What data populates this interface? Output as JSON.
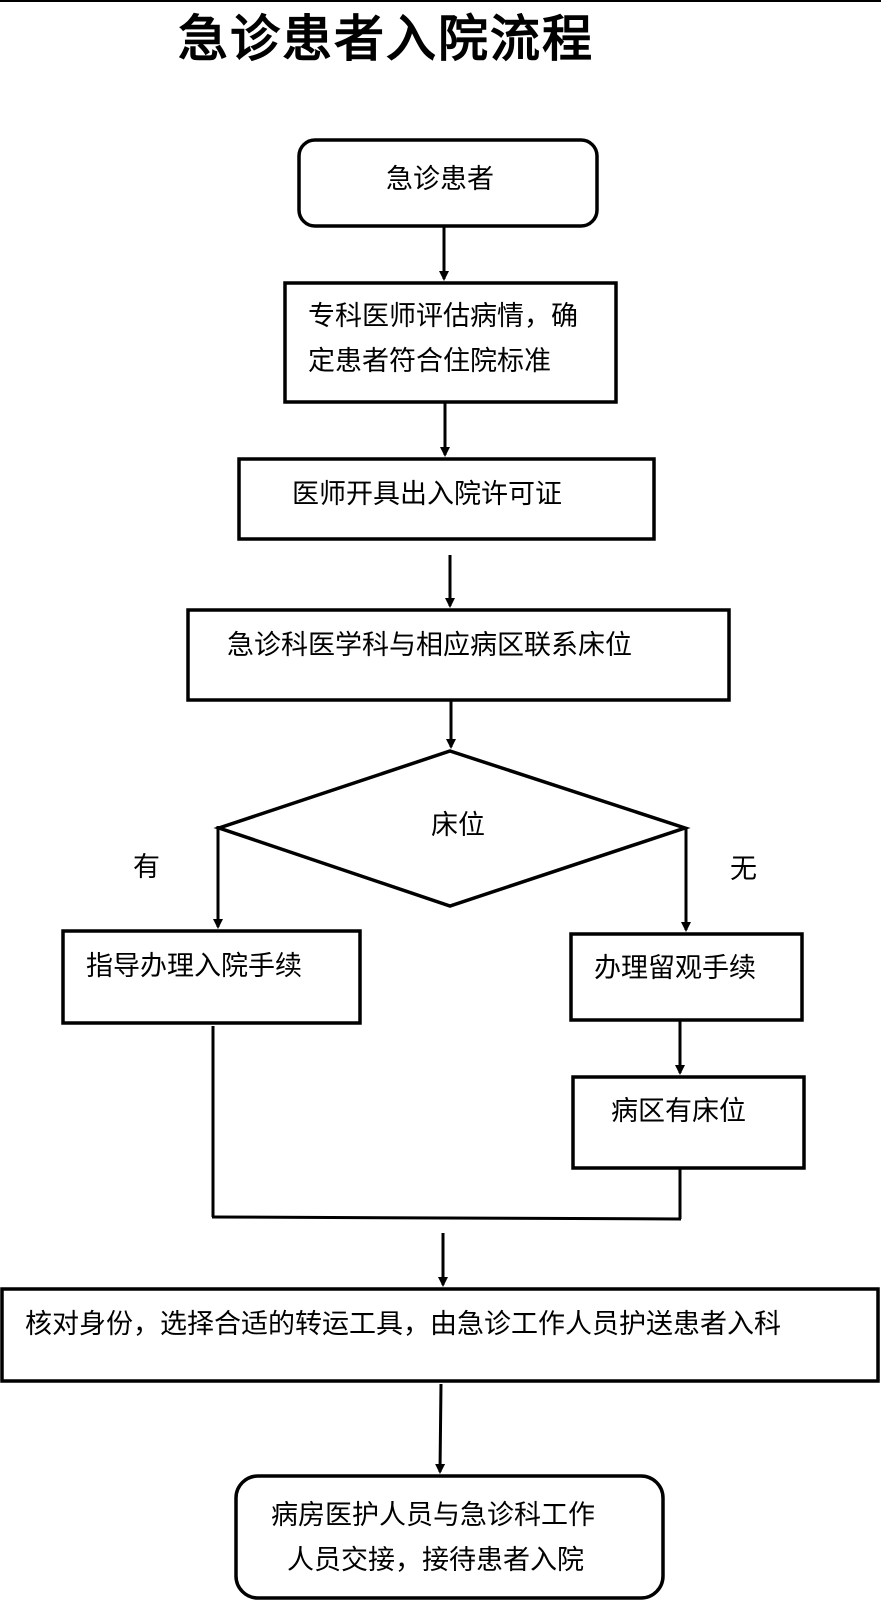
{
  "title": "急诊患者入院流程",
  "steps": {
    "start": "急诊患者",
    "assess_line1": "专科医师评估病情，确",
    "assess_line2": "定患者符合住院标准",
    "permit": "医师开具出入院许可证",
    "contact": "急诊科医学科与相应病区联系床位",
    "decision": "床位",
    "branch_yes": "有",
    "branch_no": "无",
    "admit_guide": "指导办理入院手续",
    "observe": "办理留观手续",
    "bed_available": "病区有床位",
    "verify_transport": "核对身份，选择合适的转运工具，由急诊工作人员护送患者入科",
    "handover_line1": "病房医护人员与急诊科工作",
    "handover_line2": "人员交接，接待患者入院"
  }
}
